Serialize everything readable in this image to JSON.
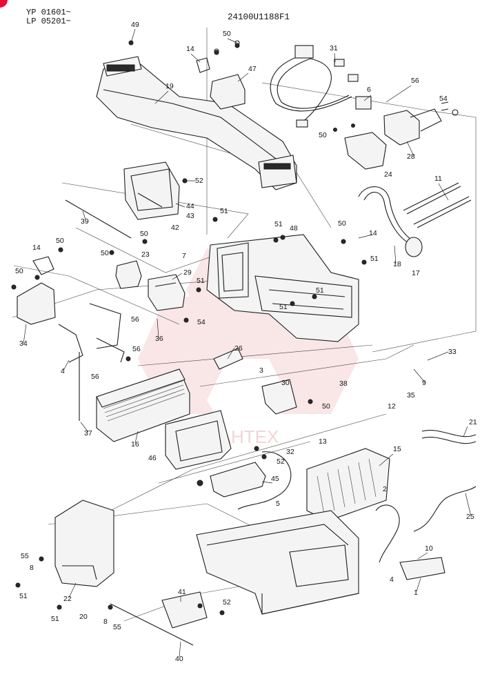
{
  "header": {
    "model_line_1": "YP 01601~",
    "model_line_2": "LP 05201~",
    "diagram_code": "24100U1188F1"
  },
  "watermark": {
    "text": "ДАНТЕХ",
    "color": "#f0b8b8"
  },
  "corner_marker_color": "#e0103a",
  "callouts": {
    "c49": "49",
    "c50a": "50",
    "c14a": "14",
    "c47": "47",
    "c31": "31",
    "c19": "19",
    "c6": "6",
    "c56a": "56",
    "c54a": "54",
    "c50b": "50",
    "c28": "28",
    "c24": "24",
    "c52a": "52",
    "c44": "44",
    "c43": "43",
    "c42": "42",
    "c11": "11",
    "c39": "39",
    "c51a": "51",
    "c51b": "51",
    "c48": "48",
    "c50c": "50",
    "c14b": "14",
    "c14c": "14",
    "c50d": "50",
    "c50e": "50",
    "c23": "23",
    "c50f": "50",
    "c7": "7",
    "c18": "18",
    "c51c": "51",
    "c17": "17",
    "c50g": "50",
    "c29": "29",
    "c51d": "51",
    "c51e": "51",
    "c51f": "51",
    "c34": "34",
    "c56b": "56",
    "c54b": "54",
    "c36": "36",
    "c26": "26",
    "c56c": "56",
    "c4a": "4",
    "c56d": "56",
    "c33": "33",
    "c3": "3",
    "c9": "9",
    "c30": "30",
    "c38": "38",
    "c12": "12",
    "c35": "35",
    "c50h": "50",
    "c37": "37",
    "c16": "16",
    "c21": "21",
    "c13": "13",
    "c46": "46",
    "c32": "32",
    "c52b": "52",
    "c15": "15",
    "c45": "45",
    "c2": "2",
    "c5": "5",
    "c25": "25",
    "c10": "10",
    "c55a": "55",
    "c8a": "8",
    "c4b": "4",
    "c1": "1",
    "c51g": "51",
    "c22": "22",
    "c41": "41",
    "c52c": "52",
    "c51h": "51",
    "c20": "20",
    "c8b": "8",
    "c55b": "55",
    "c40": "40"
  }
}
